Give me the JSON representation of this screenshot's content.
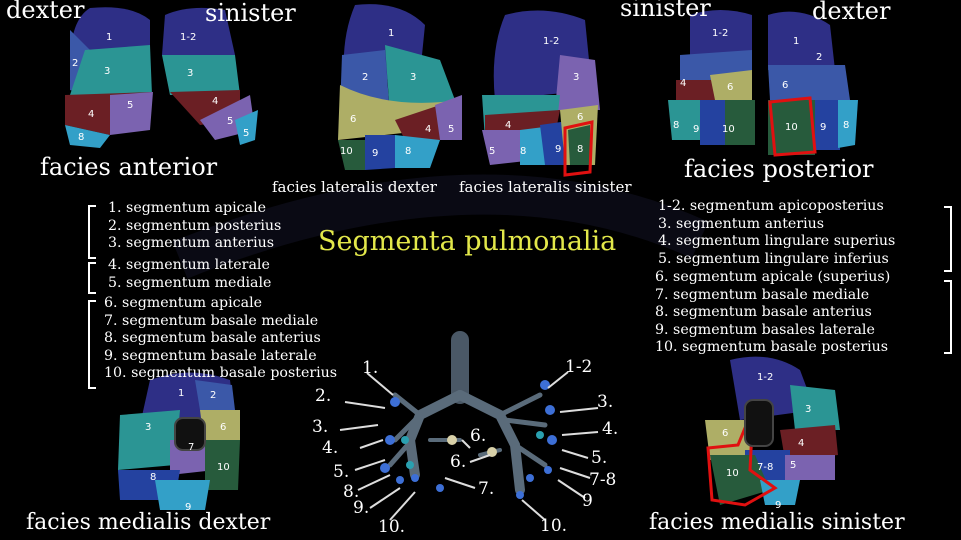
{
  "title": "Segmenta pulmonalia",
  "views": {
    "anterior_dexter_label": "dexter",
    "anterior_sinister_label": "sinister",
    "posterior_sinister_label": "sinister",
    "posterior_dexter_label": "dexter",
    "facies_anterior": "facies anterior",
    "facies_lateralis_dexter": "facies lateralis dexter",
    "facies_lateralis_sinister": "facies lateralis sinister",
    "facies_posterior": "facies posterior",
    "facies_medialis_dexter": "facies medialis dexter",
    "facies_medialis_sinister": "facies medialis sinister"
  },
  "right_lung_segments": {
    "upper": [
      "1. segmentum apicale",
      "2. segmentum posterius",
      "3. segmentum anterius"
    ],
    "middle": [
      "4. segmentum laterale",
      "5. segmentum mediale"
    ],
    "lower": [
      "6. segmentum apicale",
      "7. segmentum basale mediale",
      "8. segmentum basale anterius",
      "9. segmentum basale laterale",
      "10. segmentum basale posterius"
    ]
  },
  "left_lung_segments": {
    "upper": [
      "1-2. segmentum apicoposterius",
      "3. segmentum anterius",
      "4. segmentum lingulare superius",
      "5.  segmentum lingulare inferius"
    ],
    "lower": [
      "6.  segmentum apicale (superius)",
      "7.  segmentum basale mediale",
      "8.  segmentum basale anterius",
      "9. segmentum basales laterale",
      "10.  segmentum basale posterius"
    ]
  },
  "bronchi_labels_left": [
    "1.",
    "2.",
    "3.",
    "4.",
    "5.",
    "8.",
    "9.",
    "10.",
    "6."
  ],
  "bronchi_labels_right": [
    "1-2",
    "3.",
    "4.",
    "5.",
    "7-8",
    "9",
    "10.",
    "6.",
    "7."
  ],
  "segment_numbers": {
    "ant_right": [
      "1",
      "2",
      "3",
      "4",
      "5",
      "8"
    ],
    "ant_left": [
      "1-2",
      "3",
      "4",
      "5",
      "5"
    ],
    "lat_right": [
      "1",
      "2",
      "3",
      "6",
      "4",
      "5",
      "10",
      "9",
      "8"
    ],
    "lat_left": [
      "1-2",
      "3",
      "4",
      "5",
      "6",
      "9",
      "8",
      "8"
    ],
    "post_left": [
      "1-2",
      "4",
      "6",
      "8",
      "9",
      "10"
    ],
    "post_right": [
      "1",
      "2",
      "6",
      "10",
      "9",
      "8"
    ],
    "med_right": [
      "1",
      "2",
      "3",
      "6",
      "7",
      "10",
      "8",
      "9"
    ],
    "med_left": [
      "1-2",
      "3",
      "6",
      "4",
      "7-8",
      "10",
      "5",
      "9"
    ]
  },
  "colors": {
    "background": "#000000",
    "title": "#e3e84a",
    "seg_apical": "#2e2f86",
    "seg_posterior": "#3b58a8",
    "seg_anterior": "#2b9594",
    "seg_lateral": "#6b1f24",
    "seg_medial": "#7b63b0",
    "seg_lower_apical": "#aeae66",
    "seg_basal_anterior": "#33a0c8",
    "seg_basal_lateral": "#2442a0",
    "seg_basal_posterior": "#275b3c",
    "highlight": "#e01010"
  }
}
